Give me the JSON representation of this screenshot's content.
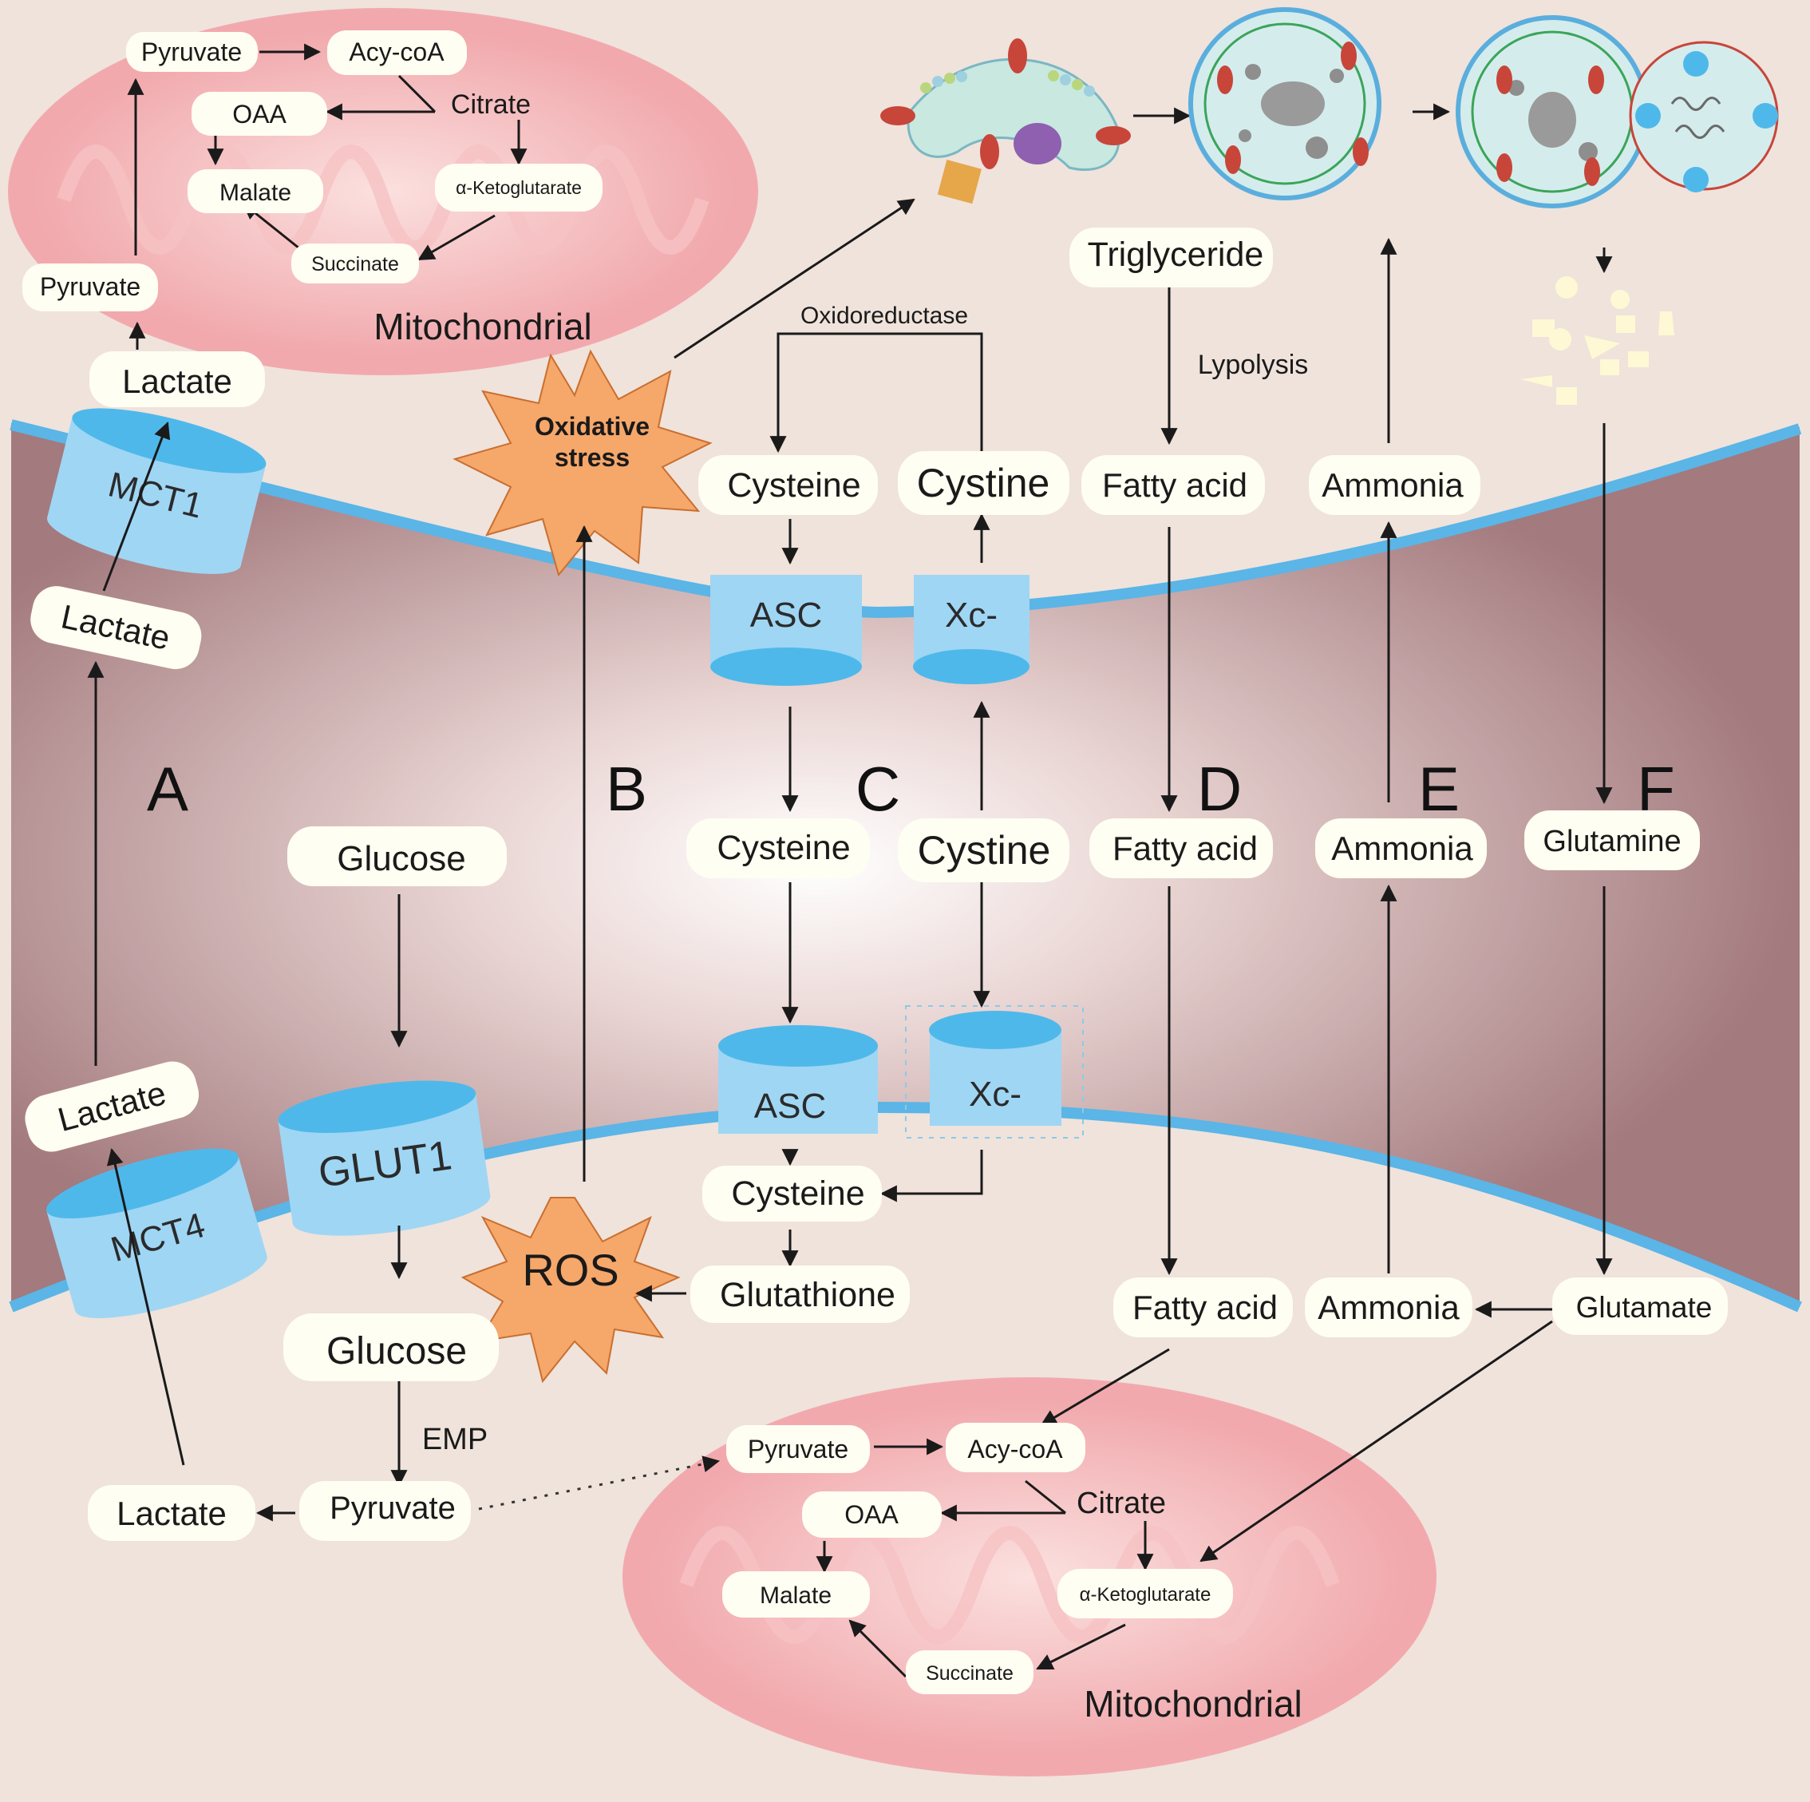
{
  "panel_letters": {
    "a": "A",
    "b": "B",
    "c": "C",
    "d": "D",
    "e": "E",
    "f": "F"
  },
  "mito_top": {
    "pyruvate": "Pyruvate",
    "acy_coa": "Acy-coA",
    "citrate": "Citrate",
    "oaa": "OAA",
    "malate": "Malate",
    "ketoglutarate": "α-Ketoglutarate",
    "succinate": "Succinate",
    "pyruvate_outer": "Pyruvate",
    "label": "Mitochondrial"
  },
  "mito_bottom": {
    "pyruvate": "Pyruvate",
    "acy_coa": "Acy-coA",
    "citrate": "Citrate",
    "oaa": "OAA",
    "malate": "Malate",
    "ketoglutarate": "α-Ketoglutarate",
    "succinate": "Succinate",
    "label": "Mitochondrial"
  },
  "panel_a": {
    "lactate_top": "Lactate",
    "lactate_mid": "Lactate",
    "lactate_low": "Lactate",
    "lactate_bottom": "Lactate",
    "mct1": "MCT1",
    "mct4": "MCT4"
  },
  "glucose_path": {
    "glucose_top": "Glucose",
    "glut1": "GLUT1",
    "glucose_bottom": "Glucose",
    "emp": "EMP",
    "pyruvate": "Pyruvate"
  },
  "panel_b": {
    "oxidative_stress_1": "Oxidative",
    "oxidative_stress_2": "stress",
    "ros": "ROS"
  },
  "panel_c": {
    "oxidoreductase": "Oxidoreductase",
    "cysteine_top": "Cysteine",
    "cystine_top": "Cystine",
    "asc_top": "ASC",
    "xc_top": "Xc-",
    "cysteine_mid": "Cysteine",
    "cystine_mid": "Cystine",
    "asc_bottom": "ASC",
    "xc_bottom": "Xc-",
    "cysteine_low": "Cysteine",
    "glutathione": "Glutathione"
  },
  "panel_d": {
    "triglyceride": "Triglyceride",
    "lypolysis": "Lypolysis",
    "fatty_acid_top": "Fatty acid",
    "fatty_acid_mid": "Fatty acid",
    "fatty_acid_bottom": "Fatty acid"
  },
  "panel_e": {
    "ammonia_top": "Ammonia",
    "ammonia_mid": "Ammonia",
    "ammonia_bottom": "Ammonia"
  },
  "panel_f": {
    "glutamine": "Glutamine",
    "glutamate": "Glutamate"
  },
  "colors": {
    "background": "#efe3dc",
    "cell_band": "#a57c80",
    "membrane": "#5bb5e6",
    "mitochondria": "#f4b0b2",
    "transporter": "#9fd6f4",
    "starburst": "#f6a76a"
  }
}
